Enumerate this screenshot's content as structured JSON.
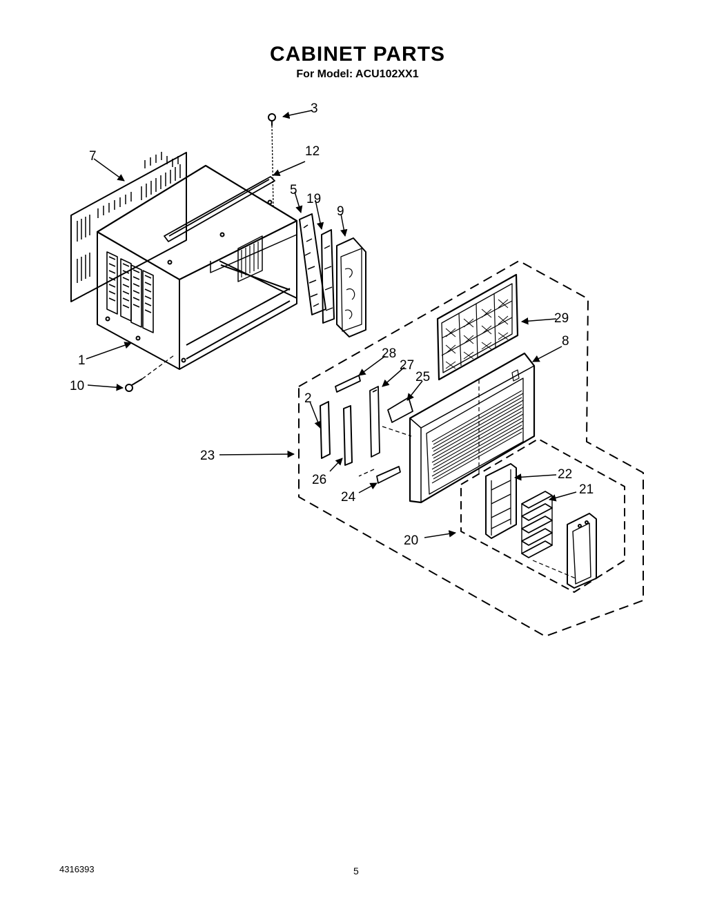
{
  "title": "CABINET PARTS",
  "subtitle": "For Model: ACU102XX1",
  "footer": {
    "doc_number": "4316393",
    "page": "5"
  },
  "callouts": {
    "c1": "1",
    "c2": "2",
    "c3": "3",
    "c5": "5",
    "c7": "7",
    "c8": "8",
    "c9": "9",
    "c10": "10",
    "c12": "12",
    "c19": "19",
    "c20": "20",
    "c21": "21",
    "c22": "22",
    "c23": "23",
    "c24": "24",
    "c25": "25",
    "c26": "26",
    "c27": "27",
    "c28": "28",
    "c29": "29"
  }
}
